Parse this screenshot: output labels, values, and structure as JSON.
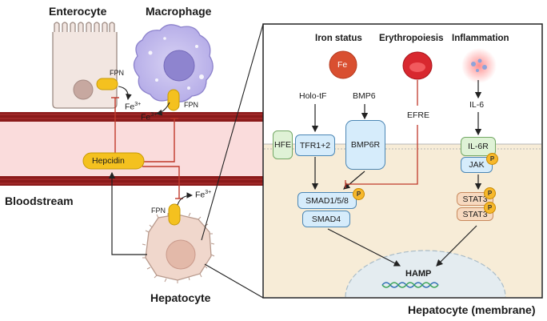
{
  "left": {
    "enterocyte": "Enterocyte",
    "macrophage": "Macrophage",
    "fpn_enterocyte": "FPN",
    "fe_enterocyte": "Fe",
    "fe_enterocyte_sup": "3+",
    "fpn_macrophage": "FPN",
    "fe_macrophage": "Fe",
    "fe_macrophage_sup": "3+",
    "hepcidin": "Hepcidin",
    "bloodstream": "Bloodstream",
    "fpn_hepatocyte": "FPN",
    "fe_hepatocyte": "Fe",
    "fe_hepatocyte_sup": "3+",
    "hepatocyte": "Hepatocyte"
  },
  "panel": {
    "iron_status": "Iron status",
    "fe_circle": "Fe",
    "erythropoiesis": "Erythropoiesis",
    "inflammation": "Inflammation",
    "holo_tf": "Holo-tF",
    "bmp6": "BMP6",
    "efre": "EFRE",
    "il6": "IL-6",
    "hfe": "HFE",
    "tfr": "TFR1+2",
    "bmp6r": "BMP6R",
    "il6r": "IL-6R",
    "jak": "JAK",
    "smad158": "SMAD1/5/8",
    "smad4": "SMAD4",
    "stat3_a": "STAT3",
    "stat3_b": "STAT3",
    "p": "P",
    "hamp": "HAMP",
    "caption": "Hepatocyte (membrane)"
  },
  "colors": {
    "vessel_dark": "#8b1a1a",
    "vessel_light": "#f9dada",
    "hepcidin_yellow": "#f4c11f",
    "inhibit_red": "#c0392b",
    "membrane_tan": "#f7ecd7",
    "box_blue": "#d6ecfb",
    "box_green": "#dff2d6",
    "phospho": "#f7b82b"
  }
}
